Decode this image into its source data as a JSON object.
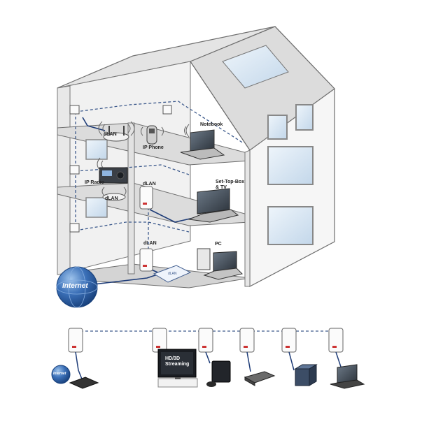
{
  "house": {
    "labels": {
      "dlan_top": "dLAN",
      "ip_phone": "IP Phone",
      "notebook": "Notebook",
      "ip_radio": "IP Radio",
      "dlan_mid_left": "dLAN",
      "dlan_mid": "dLAN",
      "settop": "Set-Top-Box\n& TV",
      "dlan_bottom": "dLAN",
      "pc": "PC",
      "internet": "Internet"
    }
  },
  "strip": {
    "internet": "Internet",
    "tv_screen": "HD/3D\nStreaming"
  },
  "colors": {
    "wall": "#f4f4f4",
    "wall_edge": "#6e6e6e",
    "roof": "#d9d9d9",
    "window": "#cfe0ee",
    "dashed_line": "#3d5a8c",
    "cable": "#1e3c78",
    "globe": "#2f62a8"
  }
}
